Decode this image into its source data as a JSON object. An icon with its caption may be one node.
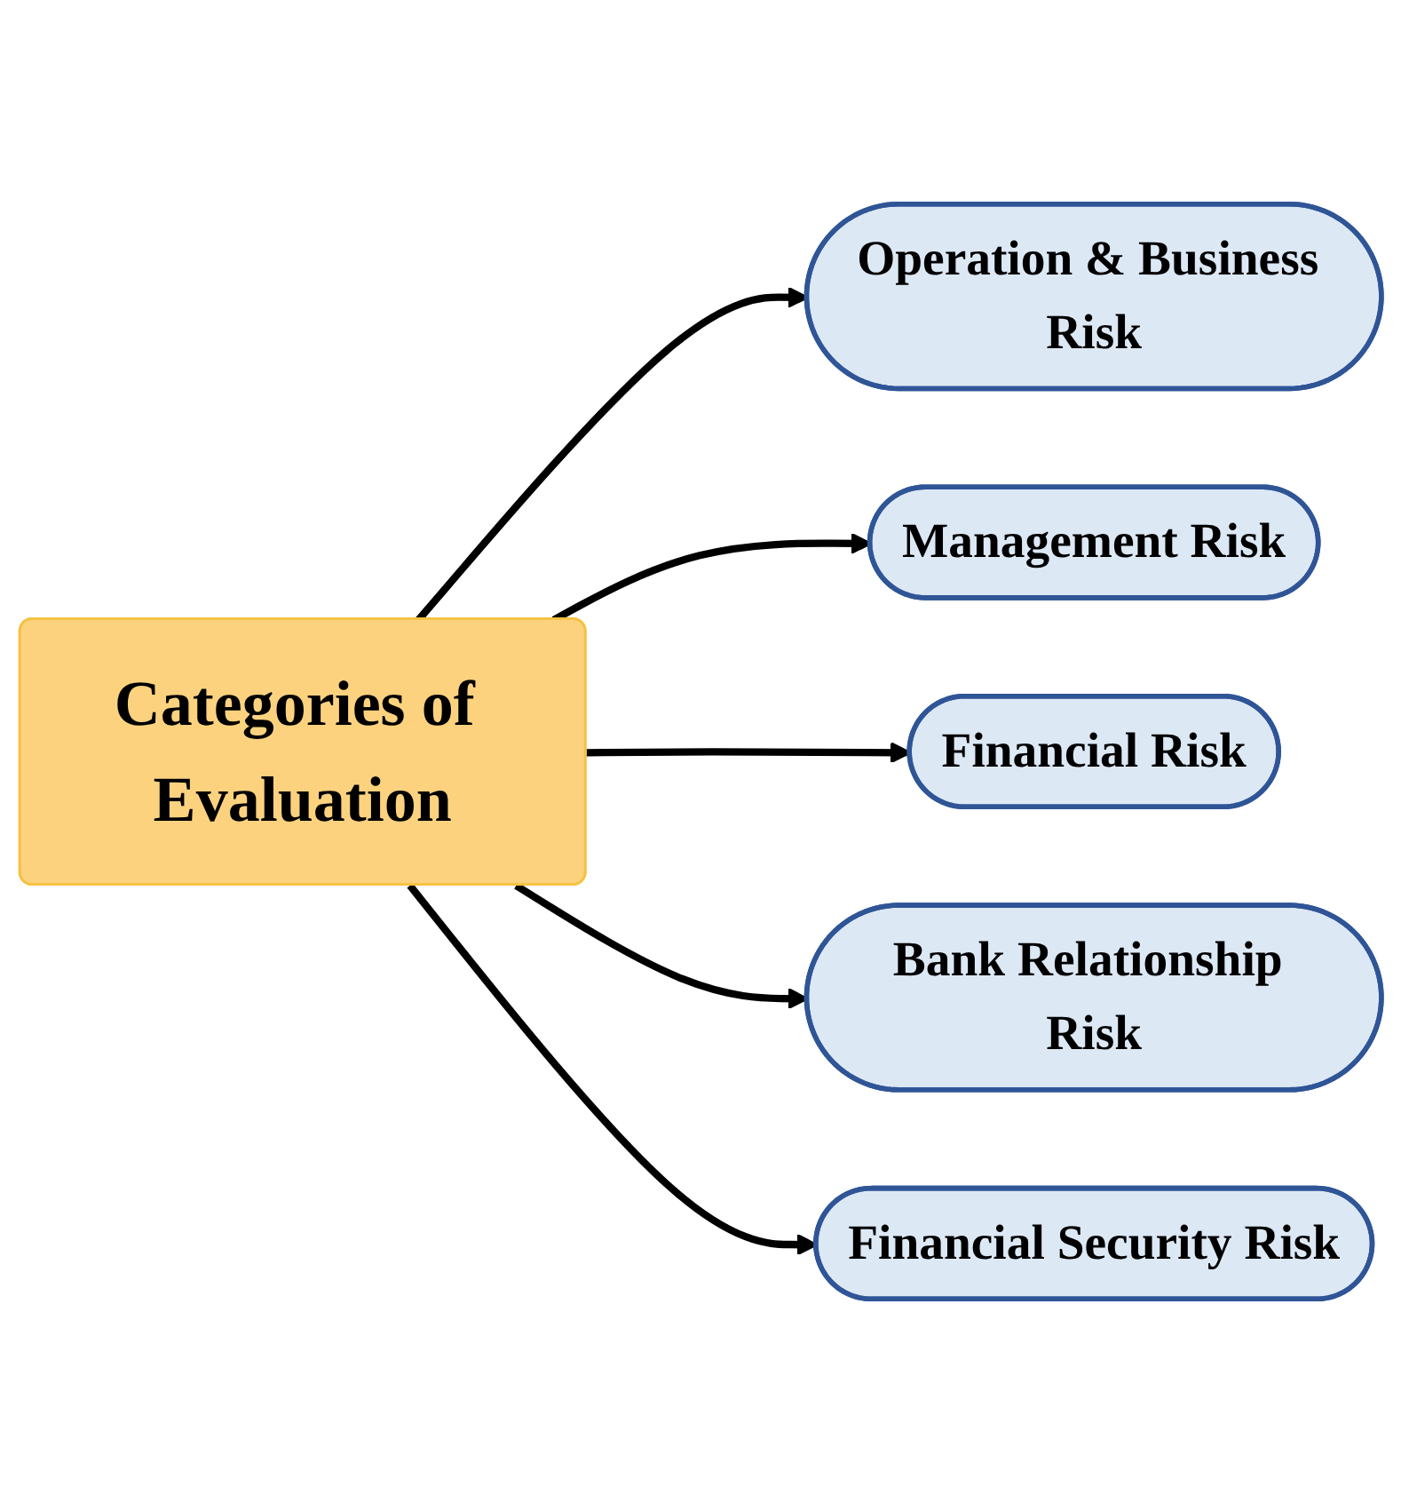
{
  "diagram": {
    "nodes": [
      {
        "text": [
          "Categories of Evaluation"
        ]
      },
      {
        "text": [
          "Operation & Business Risk"
        ]
      },
      {
        "text": [
          "Management Risk"
        ]
      },
      {
        "text": [
          "Financial Risk"
        ]
      },
      {
        "text": [
          "Bank Relationship Risk"
        ]
      },
      {
        "text": [
          "Financial Security Risk"
        ]
      }
    ],
    "edges": [
      {
        "from": 0,
        "to": 1,
        "arrow": "to"
      },
      {
        "from": 0,
        "to": 2,
        "arrow": "to"
      },
      {
        "from": 0,
        "to": 3,
        "arrow": "to"
      },
      {
        "from": 0,
        "to": 4,
        "arrow": "to"
      },
      {
        "from": 0,
        "to": 5,
        "arrow": "to"
      }
    ]
  }
}
